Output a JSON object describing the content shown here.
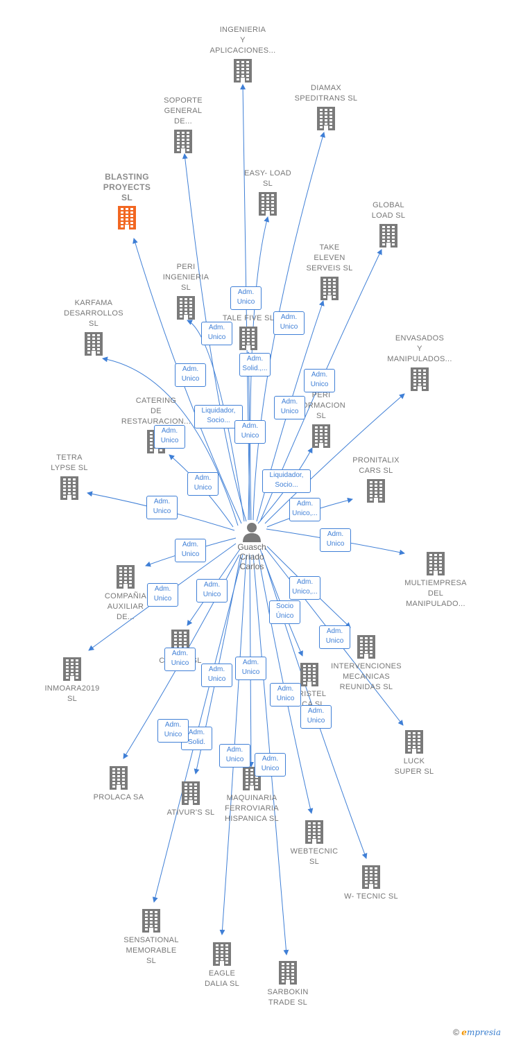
{
  "colors": {
    "edge": "#3f7fd6",
    "building": "#7a7a7a",
    "building_highlight": "#f26722",
    "text": "#777777"
  },
  "person": {
    "name": "Guasch\nCriado\nCarlos",
    "icon": "person-icon"
  },
  "companies": [
    {
      "id": "ingenieria",
      "name": "INGENIERIA\nY\nAPLICACIONES...",
      "icon": "building-icon"
    },
    {
      "id": "diamax",
      "name": "DIAMAX\nSPEDITRANS SL",
      "icon": "building-icon"
    },
    {
      "id": "soporte",
      "name": "SOPORTE\nGENERAL\nDE...",
      "icon": "building-icon"
    },
    {
      "id": "blasting",
      "name": "BLASTING\nPROYECTS\nSL",
      "icon": "building-icon",
      "highlight": true
    },
    {
      "id": "easyload",
      "name": "EASY- LOAD\nSL",
      "icon": "building-icon"
    },
    {
      "id": "globalload",
      "name": "GLOBAL\nLOAD SL",
      "icon": "building-icon"
    },
    {
      "id": "takeeleven",
      "name": "TAKE\nELEVEN\nSERVEIS SL",
      "icon": "building-icon"
    },
    {
      "id": "peri",
      "name": "PERI\nINGENIERIA\nSL",
      "icon": "building-icon"
    },
    {
      "id": "karfama",
      "name": "KARFAMA\nDESARROLLOS\nSL",
      "icon": "building-icon"
    },
    {
      "id": "talefive",
      "name": "TALE FIVE SL",
      "icon": "building-icon"
    },
    {
      "id": "envasados",
      "name": "ENVASADOS\nY\nMANIPULADOS...",
      "icon": "building-icon"
    },
    {
      "id": "catering",
      "name": "CATERING\nDE\nRESTAURACION...",
      "icon": "building-icon"
    },
    {
      "id": "periformacion",
      "name": "PERI\nFORMACION\nSL",
      "icon": "building-icon"
    },
    {
      "id": "tetralypse",
      "name": "TETRA\nLYPSE SL",
      "icon": "building-icon"
    },
    {
      "id": "pronitalix",
      "name": "PRONITALIX\nCARS SL",
      "icon": "building-icon"
    },
    {
      "id": "multiempresa",
      "name": "MULTIEMPRESA\nDEL\nMANIPULADO...",
      "icon": "building-icon"
    },
    {
      "id": "compania",
      "name": "COMPAÑIA\nAUXILIAR\nDE...",
      "icon": "building-icon"
    },
    {
      "id": "ciudad",
      "name": "CIUDAD SL",
      "icon": "building-icon"
    },
    {
      "id": "inmoara",
      "name": "INMOARA2019\nSL",
      "icon": "building-icon"
    },
    {
      "id": "intervenciones",
      "name": "INTERVENCIONES\nMECANICAS\nREUNIDAS SL",
      "icon": "building-icon"
    },
    {
      "id": "cristel",
      "name": "CRISTEL\n& CA SL",
      "icon": "building-icon"
    },
    {
      "id": "luck",
      "name": "LUCK\nSUPER SL",
      "icon": "building-icon"
    },
    {
      "id": "prolaca",
      "name": "PROLACA SA",
      "icon": "building-icon"
    },
    {
      "id": "ativurs",
      "name": "ATIVUR'S SL",
      "icon": "building-icon"
    },
    {
      "id": "maquinaria",
      "name": "MAQUINARIA\nFERROVIARIA\nHISPANICA SL",
      "icon": "building-icon"
    },
    {
      "id": "webtecnic",
      "name": "WEBTECNIC\nSL",
      "icon": "building-icon"
    },
    {
      "id": "wtecnic",
      "name": "W- TECNIC SL",
      "icon": "building-icon"
    },
    {
      "id": "sensational",
      "name": "SENSATIONAL\nMEMORABLE\nSL",
      "icon": "building-icon"
    },
    {
      "id": "eagle",
      "name": "EAGLE\nDALIA SL",
      "icon": "building-icon"
    },
    {
      "id": "sarbokin",
      "name": "SARBOKIN\nTRADE SL",
      "icon": "building-icon"
    }
  ],
  "roles": [
    {
      "target": "easyload",
      "text": "Adm.\nUnico"
    },
    {
      "target": "talefive",
      "text": "Adm.\nUnico"
    },
    {
      "target": "peri",
      "text": "Adm.\nUnico"
    },
    {
      "target": "karfama",
      "text": "Adm.\nUnico"
    },
    {
      "target": "diamax",
      "text": "Adm.\nSolid.,..."
    },
    {
      "target": "periformacion",
      "text": "Adm.\nUnico"
    },
    {
      "target": "takeeleven",
      "text": "Adm.\nUnico"
    },
    {
      "target": "soporte",
      "text": "Liquidador,\nSocio..."
    },
    {
      "target": "ingenieria",
      "text": "Adm.\nUnico"
    },
    {
      "target": "catering",
      "text": "Adm.\nUnico"
    },
    {
      "target": "globalload",
      "text": "Adm.\nUnico"
    },
    {
      "target": "blasting",
      "text": "Adm.\nUnico"
    },
    {
      "target": "envasados",
      "text": "Liquidador,\nSocio..."
    },
    {
      "target": "tetralypse",
      "text": "Adm.\nUnico"
    },
    {
      "target": "pronitalix",
      "text": "Adm.\nUnico,..."
    },
    {
      "target": "multiempresa",
      "text": "Adm.\nUnico"
    },
    {
      "target": "compania",
      "text": "Adm.\nUnico"
    },
    {
      "target": "ciudad",
      "text": "Adm.\nUnico"
    },
    {
      "target": "inmoara",
      "text": "Adm.\nUnico"
    },
    {
      "target": "intervenciones",
      "text": "Adm.\nUnico,..."
    },
    {
      "target": "cristel",
      "text": "Socio\nÚnico"
    },
    {
      "target": "luck",
      "text": "Adm.\nUnico"
    },
    {
      "target": "prolaca",
      "text": "Adm.\nUnico"
    },
    {
      "target": "ativurs",
      "text": "Adm.\nUnico"
    },
    {
      "target": "maquinaria",
      "text": "Adm.\nUnico"
    },
    {
      "target": "webtecnic",
      "text": "Adm.\nUnico"
    },
    {
      "target": "wtecnic",
      "text": "Adm.\nSolid."
    },
    {
      "target": "sensational",
      "text": "Adm.\nUnico"
    },
    {
      "target": "eagle",
      "text": "Adm.\nUnico"
    },
    {
      "target": "sarbokin",
      "text": "Adm.\nUnico"
    }
  ],
  "credit": {
    "symbol": "©",
    "brand_initial": "e",
    "brand_rest": "mpresia"
  }
}
